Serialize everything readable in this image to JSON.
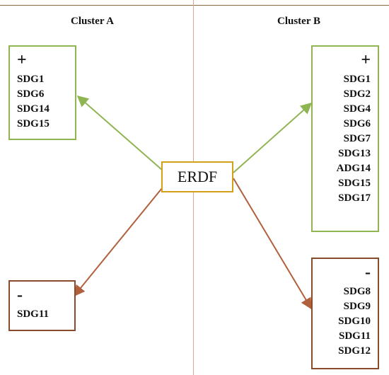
{
  "center": {
    "label": "ERDF"
  },
  "cluster_a": {
    "title": "Cluster A",
    "positive": {
      "sign": "+",
      "items": [
        "SDG1",
        "SDG6",
        "SDG14",
        "SDG15"
      ]
    },
    "negative": {
      "sign": "-",
      "items": [
        "SDG11"
      ]
    }
  },
  "cluster_b": {
    "title": "Cluster B",
    "positive": {
      "sign": "+",
      "items": [
        "SDG1",
        "SDG2",
        "SDG4",
        "SDG6",
        "SDG7",
        "SDG13",
        "ADG14",
        "SDG15",
        "SDG17"
      ]
    },
    "negative": {
      "sign": "-",
      "items": [
        "SDG8",
        "SDG9",
        "SDG10",
        "SDG11",
        "SDG12"
      ]
    }
  },
  "colors": {
    "positive_arrow": "#8fb552",
    "negative_arrow": "#b0603c",
    "center_border": "#d4a017"
  }
}
